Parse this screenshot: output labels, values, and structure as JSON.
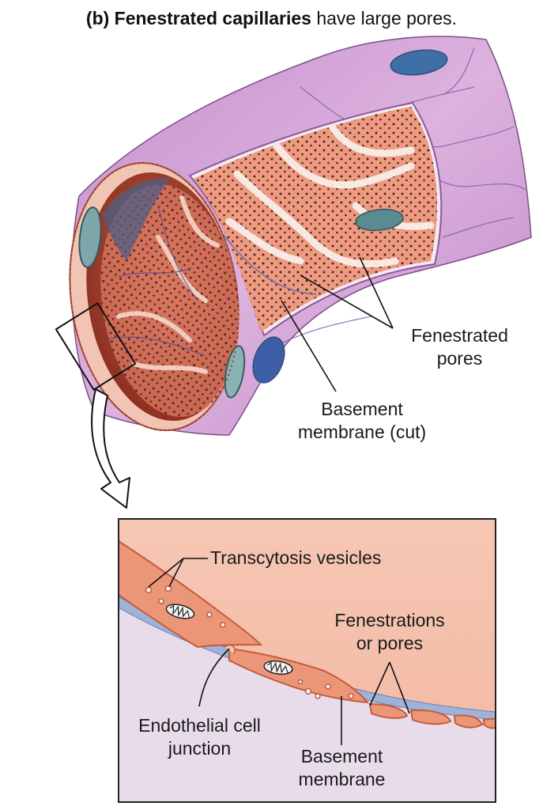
{
  "title": {
    "bold": "(b) Fenestrated capillaries",
    "rest": " have large pores."
  },
  "labels": {
    "fenestrated_pores": [
      "Fenestrated",
      "pores"
    ],
    "basement_membrane_cut": [
      "Basement",
      "membrane (cut)"
    ],
    "transcytosis_vesicles": "Transcytosis vesicles",
    "fenestrations_or_pores": [
      "Fenestrations",
      "or pores"
    ],
    "endothelial_cell_junction": [
      "Endothelial cell",
      "junction"
    ],
    "basement_membrane": [
      "Basement",
      "membrane"
    ]
  },
  "colors": {
    "outer_wall": "#d6a9d9",
    "outer_wall_dark": "#b57bbd",
    "endothelium": "#ef9a82",
    "endothelium_dark": "#d65c45",
    "lumen": "#a5422f",
    "nucleus": "#3f6f9a",
    "basement": "#8fa3c8",
    "inset_bg_top": "#f7c3b0",
    "inset_bg_bottom": "#e9dcea"
  }
}
